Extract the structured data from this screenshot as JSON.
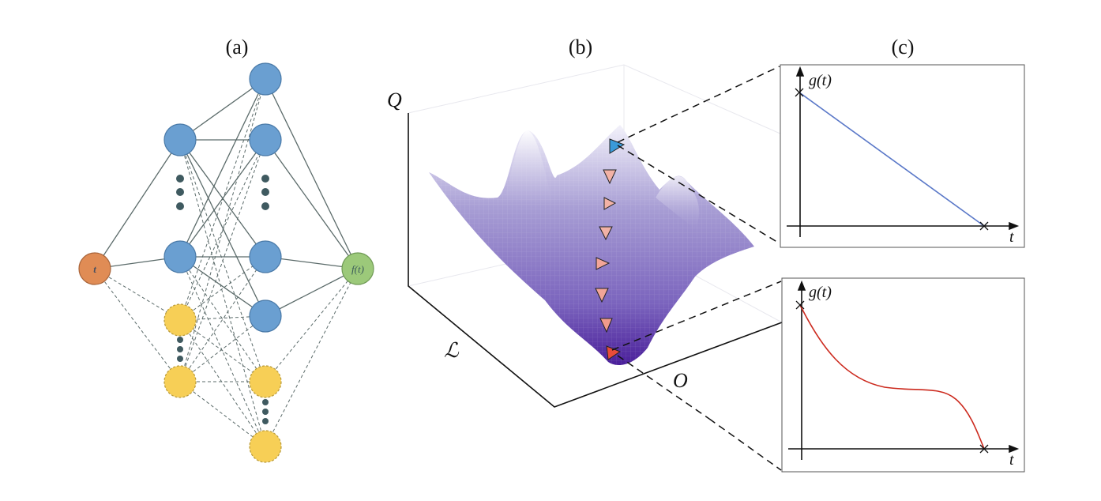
{
  "panels": {
    "a": {
      "label": "(a)",
      "input_node": "t",
      "output_node": "f(t)"
    },
    "b": {
      "label": "(b)",
      "axis_vertical": "Q",
      "axis_left": "ℒ",
      "axis_right": "O"
    },
    "c": {
      "label": "(c)",
      "top_plot": {
        "ylabel": "g(t)",
        "xlabel": "t",
        "curve": "linear"
      },
      "bottom_plot": {
        "ylabel": "g(t)",
        "xlabel": "t",
        "curve": "nonlinear"
      }
    }
  },
  "colors": {
    "hidden_node": "#6a9fd1",
    "dropout_node": "#f7cf56",
    "input_node": "#e08c55",
    "output_node": "#9cc97a",
    "start_marker": "#3a9ad9",
    "path_marker": "#f2b2a6",
    "end_marker": "#e84c3a",
    "linear_curve": "#5a78c8",
    "nonlinear_curve": "#cc2a1e",
    "surface": "#6a52b0"
  }
}
